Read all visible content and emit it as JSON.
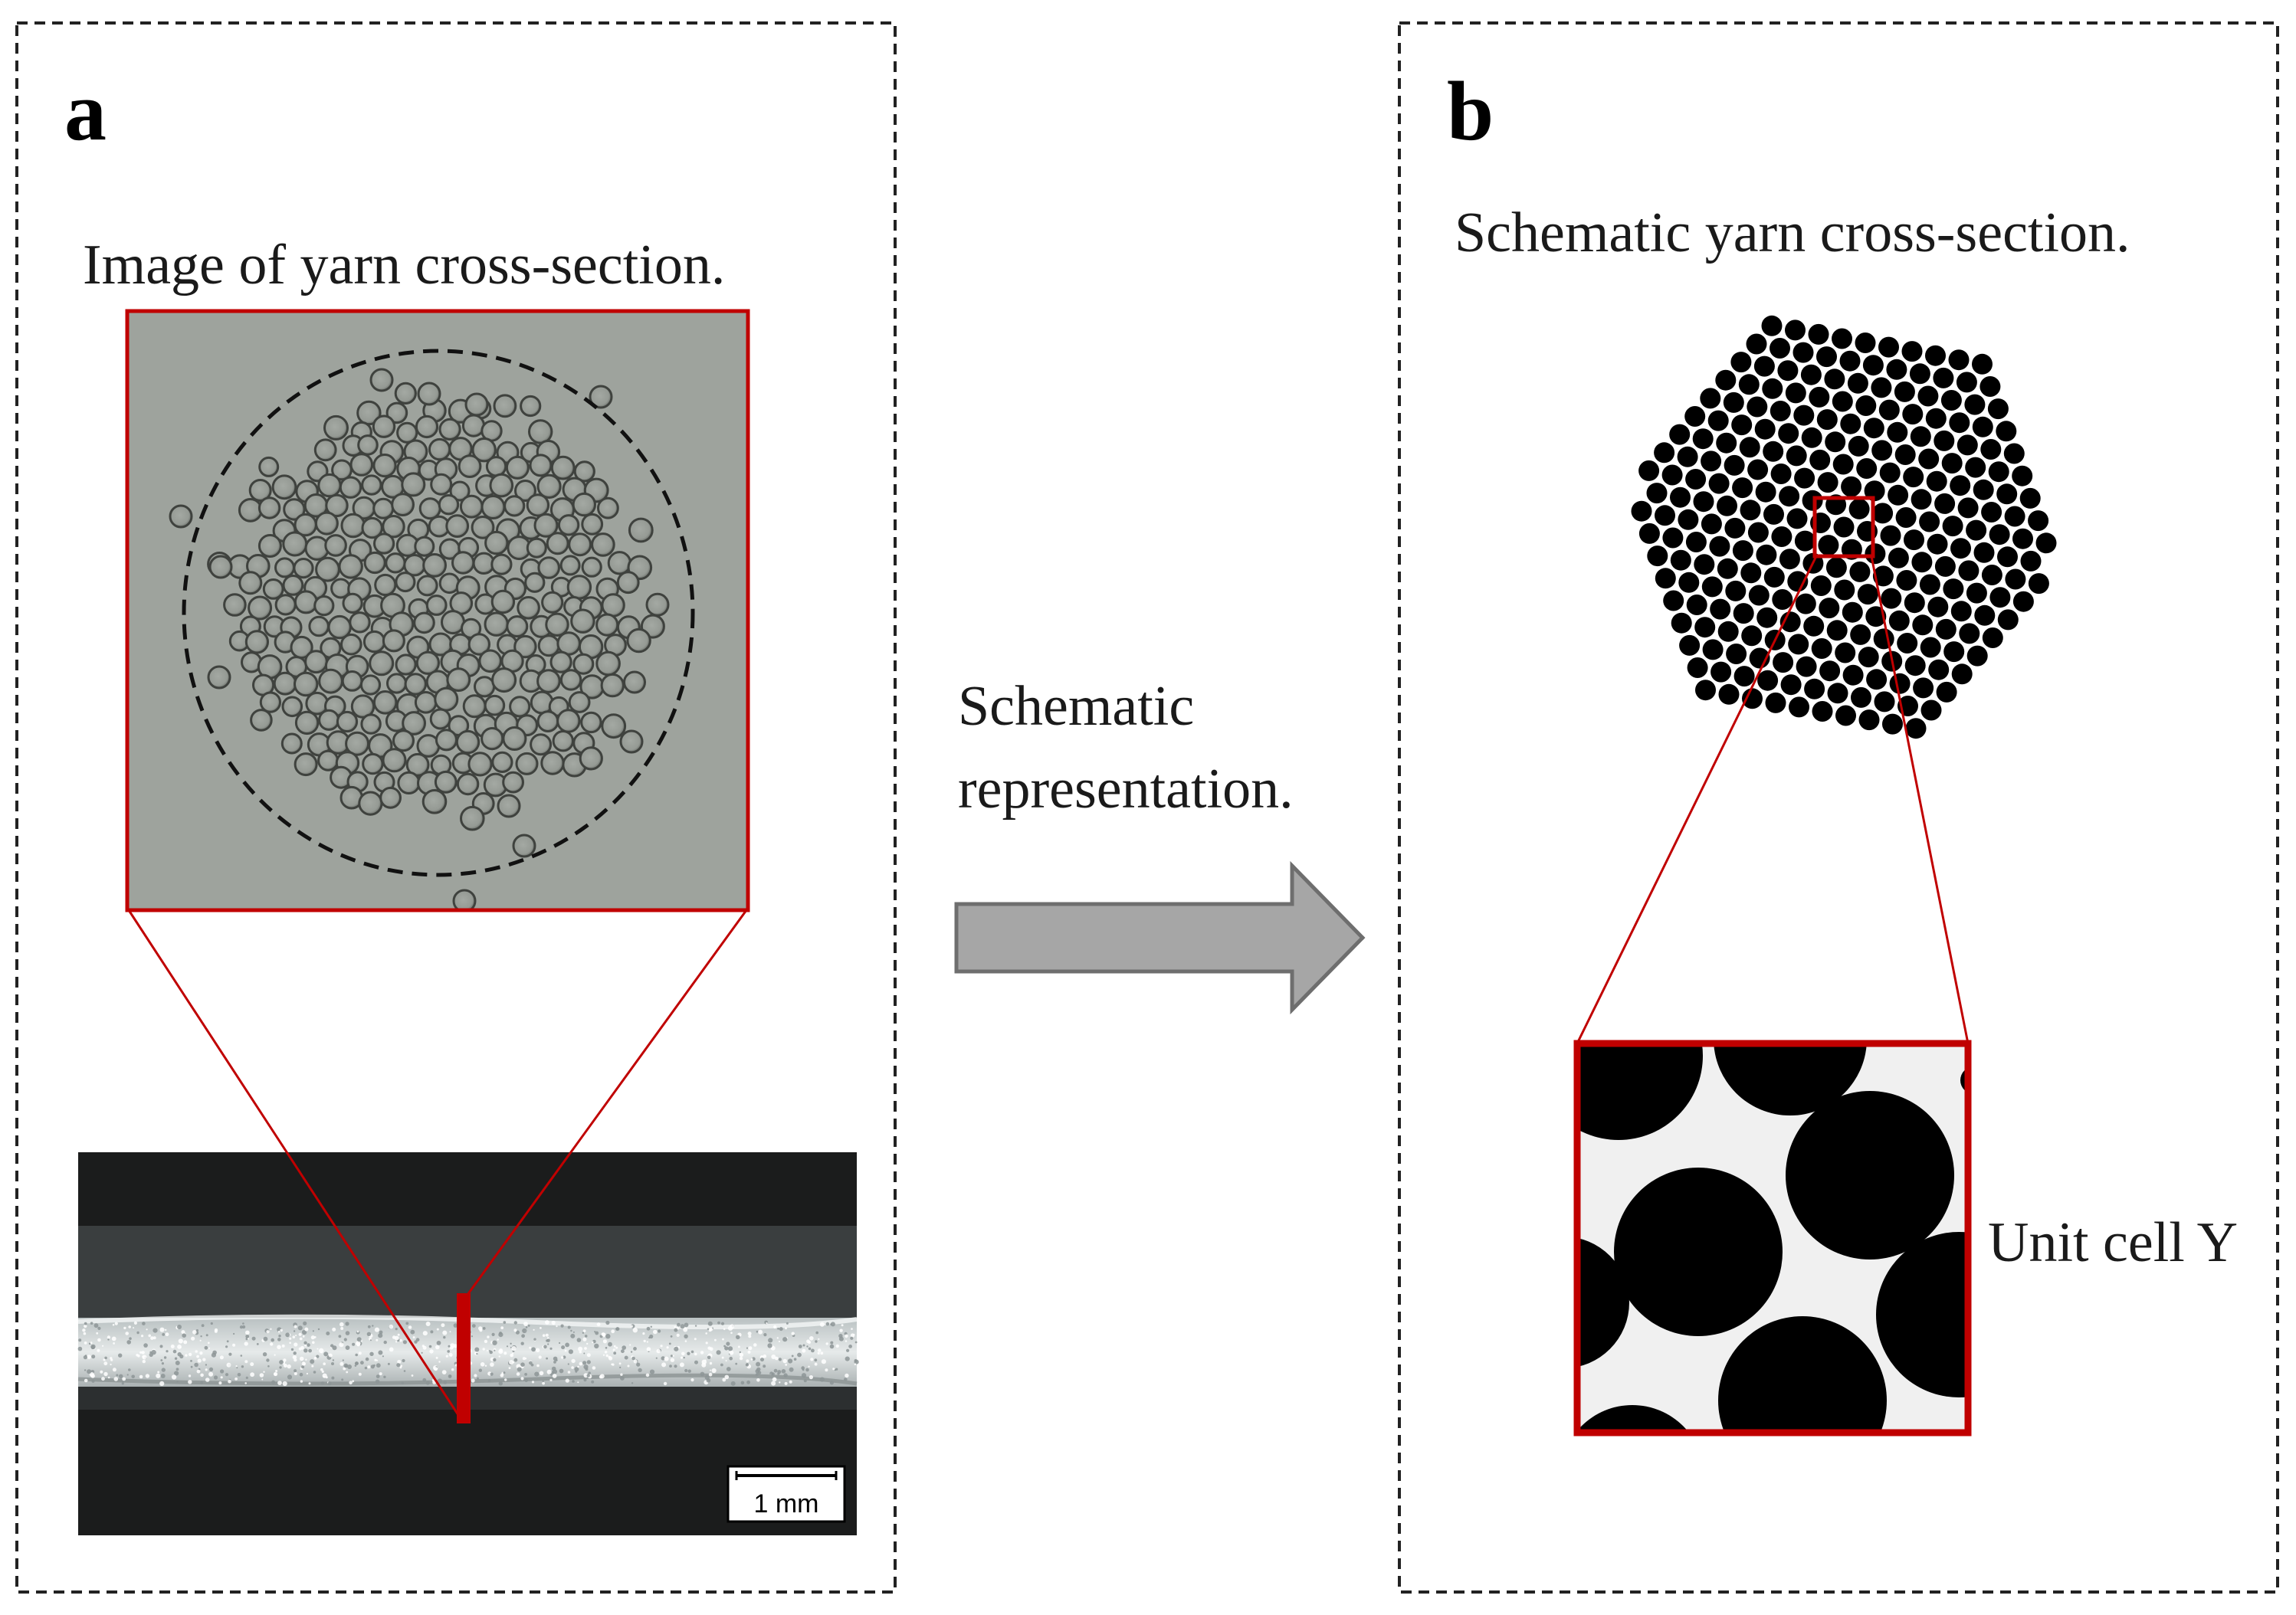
{
  "panel_a": {
    "letter": "a",
    "caption": "Image of yarn cross-section.",
    "scale_bar_label": "1 mm"
  },
  "arrow": {
    "label_line1": "Schematic",
    "label_line2": "representation."
  },
  "panel_b": {
    "letter": "b",
    "caption": "Schematic yarn cross-section.",
    "unit_cell_label": "Unit cell Y"
  },
  "colors": {
    "highlight_red": "#c00000",
    "arrow_fill": "#a6a6a6",
    "arrow_stroke": "#6e6e6e",
    "micrograph_bg": "#9ea39d",
    "fiber_black": "#000000"
  }
}
